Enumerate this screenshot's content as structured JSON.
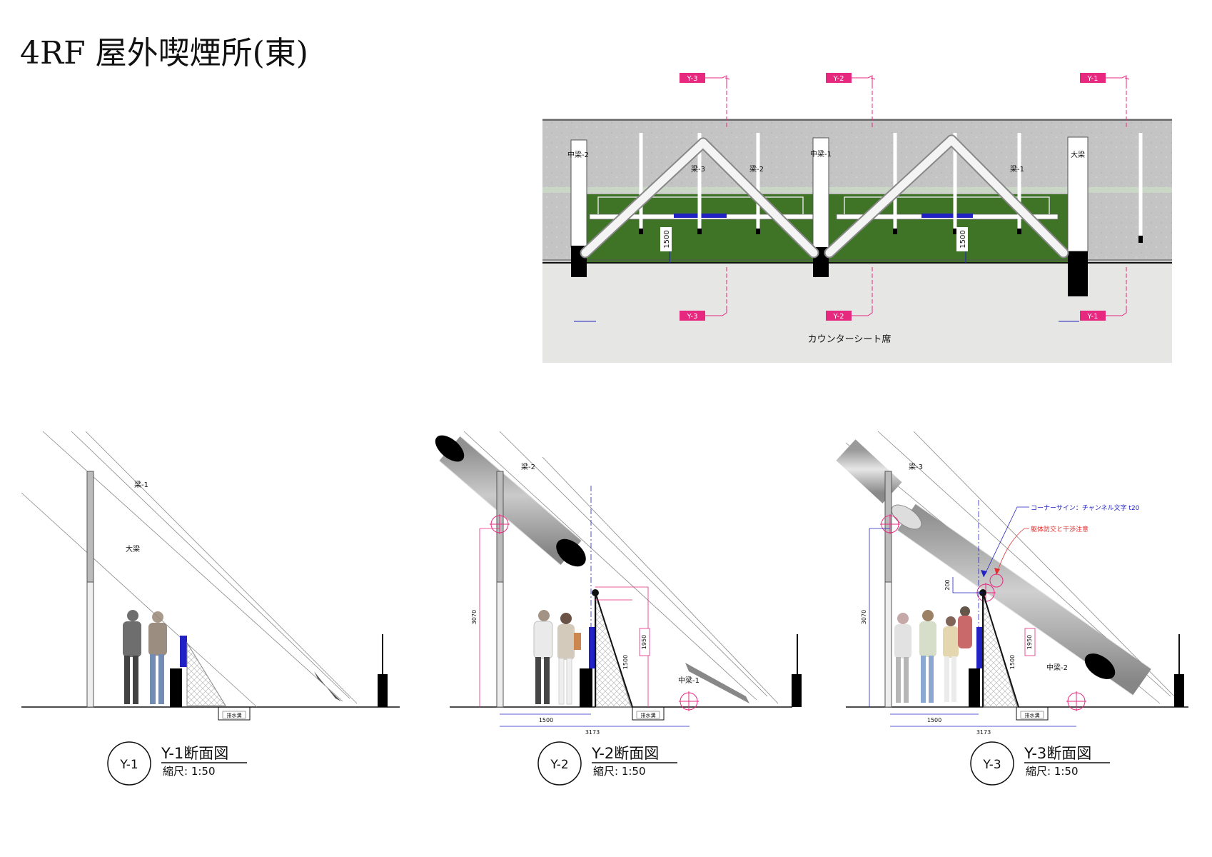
{
  "title": "4RF 屋外喫煙所(東)",
  "plan": {
    "markers": [
      {
        "id": "Y-3",
        "label": "Y-3"
      },
      {
        "id": "Y-2",
        "label": "Y-2"
      },
      {
        "id": "Y-1",
        "label": "Y-1"
      }
    ],
    "beam_labels": {
      "naka2": "中梁-2",
      "hari3": "梁-3",
      "hari2": "梁-2",
      "naka1": "中梁-1",
      "hari1": "梁-1",
      "oohari": "大梁"
    },
    "dims": {
      "left": "1500",
      "right": "1500"
    },
    "counter": "カウンターシート席"
  },
  "sections": [
    {
      "circle": "Y-1",
      "title": "Y-1断面図",
      "scale": "縮尺: 1:50",
      "labels": {
        "beam": "梁-1",
        "big_beam": "大梁",
        "drain": "排水溝"
      }
    },
    {
      "circle": "Y-2",
      "title": "Y-2断面図",
      "scale": "縮尺: 1:50",
      "labels": {
        "beam": "梁-2",
        "mid_beam": "中梁-1",
        "drain": "排水溝"
      },
      "dims": {
        "h": "3070",
        "h2": "1950",
        "h3": "1500",
        "w1": "1500",
        "w2": "3173"
      }
    },
    {
      "circle": "Y-3",
      "title": "Y-3断面図",
      "scale": "縮尺: 1:50",
      "labels": {
        "beam": "梁-3",
        "mid_beam": "中梁-2",
        "drain": "排水溝"
      },
      "dims": {
        "h": "3070",
        "h2": "1950",
        "h3": "1500",
        "h4": "200",
        "w1": "1500",
        "w2": "3173"
      },
      "notes": {
        "sign": "コーナーサイン：チャンネル文字 t20",
        "warn": "躯体防交と干渉注意"
      }
    }
  ]
}
